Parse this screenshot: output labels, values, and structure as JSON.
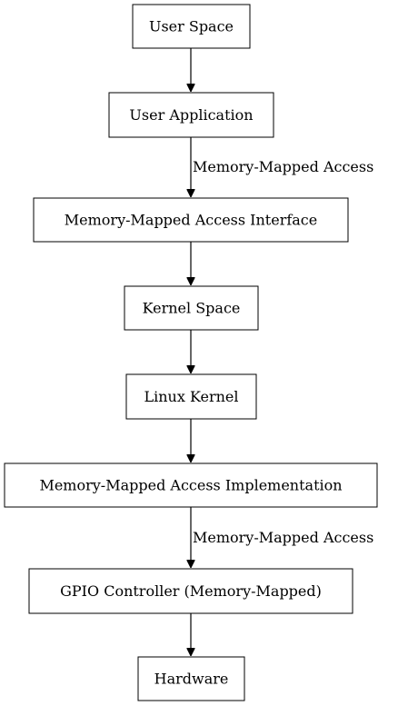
{
  "diagram": {
    "nodes": [
      {
        "id": "user_space",
        "label": "User Space"
      },
      {
        "id": "user_application",
        "label": "User Application"
      },
      {
        "id": "mm_interface",
        "label": "Memory-Mapped Access Interface"
      },
      {
        "id": "kernel_space",
        "label": "Kernel Space"
      },
      {
        "id": "linux_kernel",
        "label": "Linux Kernel"
      },
      {
        "id": "mm_implementation",
        "label": "Memory-Mapped Access Implementation"
      },
      {
        "id": "gpio_controller",
        "label": "GPIO Controller (Memory-Mapped)"
      },
      {
        "id": "hardware",
        "label": "Hardware"
      }
    ],
    "edges": [
      {
        "from": "user_space",
        "to": "user_application",
        "label": ""
      },
      {
        "from": "user_application",
        "to": "mm_interface",
        "label": "Memory-Mapped Access"
      },
      {
        "from": "mm_interface",
        "to": "kernel_space",
        "label": ""
      },
      {
        "from": "kernel_space",
        "to": "linux_kernel",
        "label": ""
      },
      {
        "from": "linux_kernel",
        "to": "mm_implementation",
        "label": ""
      },
      {
        "from": "mm_implementation",
        "to": "gpio_controller",
        "label": "Memory-Mapped Access"
      },
      {
        "from": "gpio_controller",
        "to": "hardware",
        "label": ""
      }
    ]
  }
}
